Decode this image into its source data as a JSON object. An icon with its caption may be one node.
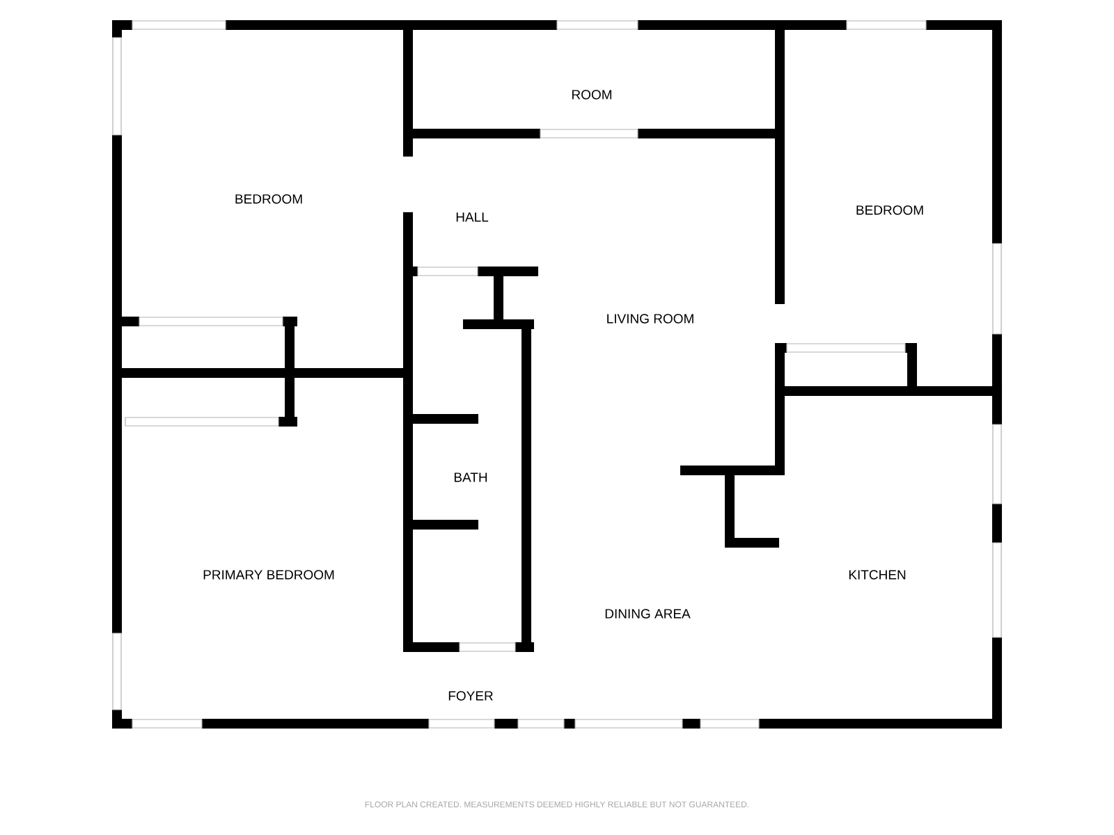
{
  "diagram": {
    "labels": [
      "ROOM",
      "BEDROOM",
      "HALL",
      "BEDROOM",
      "LIVING ROOM",
      "BATH",
      "PRIMARY BEDROOM",
      "KITCHEN",
      "DINING AREA",
      "FOYER",
      "FLOOR PLAN CREATED. MEASUREMENTS DEEMED HIGHLY RELIABLE BUT NOT GUARANTEED."
    ]
  }
}
